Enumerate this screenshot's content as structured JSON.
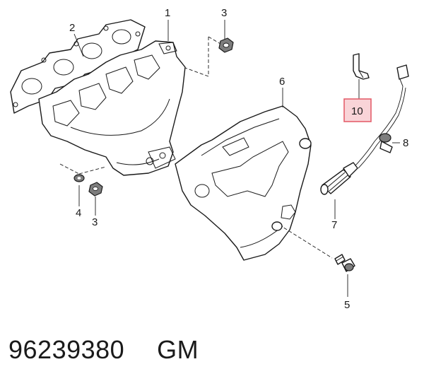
{
  "callouts": {
    "c1": "1",
    "c2": "2",
    "c3a": "3",
    "c3b": "3",
    "c4": "4",
    "c5": "5",
    "c6": "6",
    "c7": "7",
    "c8": "8",
    "c10": "10"
  },
  "highlight_color": "#e4606d",
  "highlight_fill": "#f9d4d8",
  "footer": {
    "part_number": "96239380",
    "brand": "GM"
  }
}
